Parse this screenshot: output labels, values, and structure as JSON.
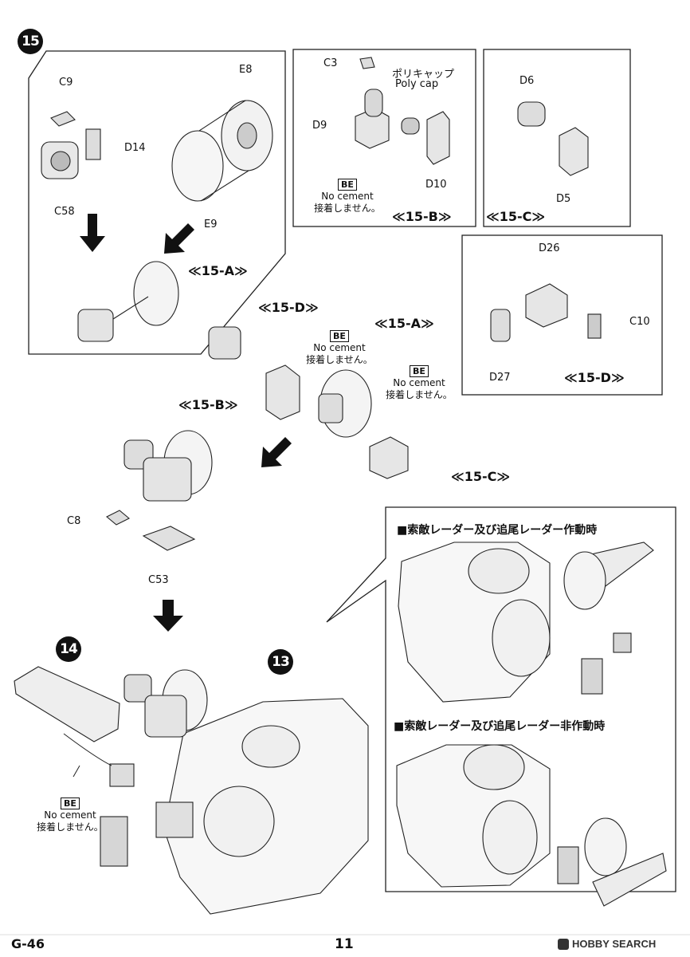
{
  "step15": "15",
  "step14": "14",
  "step13": "13",
  "parts": {
    "c9": "C9",
    "d14": "D14",
    "c58": "C58",
    "e8": "E8",
    "e9": "E9",
    "c3": "C3",
    "polycap_jp": "ポリキャップ",
    "polycap_en": "Poly cap",
    "d9": "D9",
    "d10": "D10",
    "d6": "D6",
    "d5": "D5",
    "d26": "D26",
    "c10": "C10",
    "d27": "D27",
    "c8": "C8",
    "c53": "C53"
  },
  "subs": {
    "a": "≪15-A≫",
    "b": "≪15-B≫",
    "c": "≪15-C≫",
    "d": "≪15-D≫"
  },
  "be": {
    "tag": "BE",
    "en": "No cement",
    "jp": "接着しません。"
  },
  "notes": {
    "active": "■索敵レーダー及び追尾レーダー作動時",
    "inactive": "■索敵レーダー及び追尾レーダー非作動時"
  },
  "footer": {
    "code": "G-46",
    "page": "11",
    "logo": "HOBBY SEARCH"
  }
}
